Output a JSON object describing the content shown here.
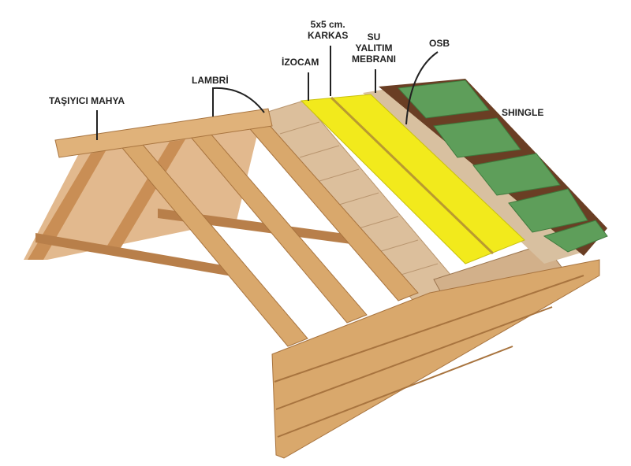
{
  "title": "Roof layers diagram",
  "labels": {
    "tasiyici_mahya": "TAŞIYICI MAHYA",
    "lambri": "LAMBRİ",
    "izocam": "İZOCAM",
    "karkas_line1": "5x5 cm.",
    "karkas_line2": "KARKAS",
    "su_line1": "SU",
    "su_line2": "YALITIM",
    "su_line3": "MEBRANI",
    "osb": "OSB",
    "shingle": "SHINGLE"
  },
  "colors": {
    "wood": "#d9a86c",
    "wood_dark": "#b07a45",
    "lambri": "#dcbf9c",
    "izocam": "#f2ea1c",
    "osb": "#7a4a2a",
    "shingle": "#5e9e5a"
  }
}
